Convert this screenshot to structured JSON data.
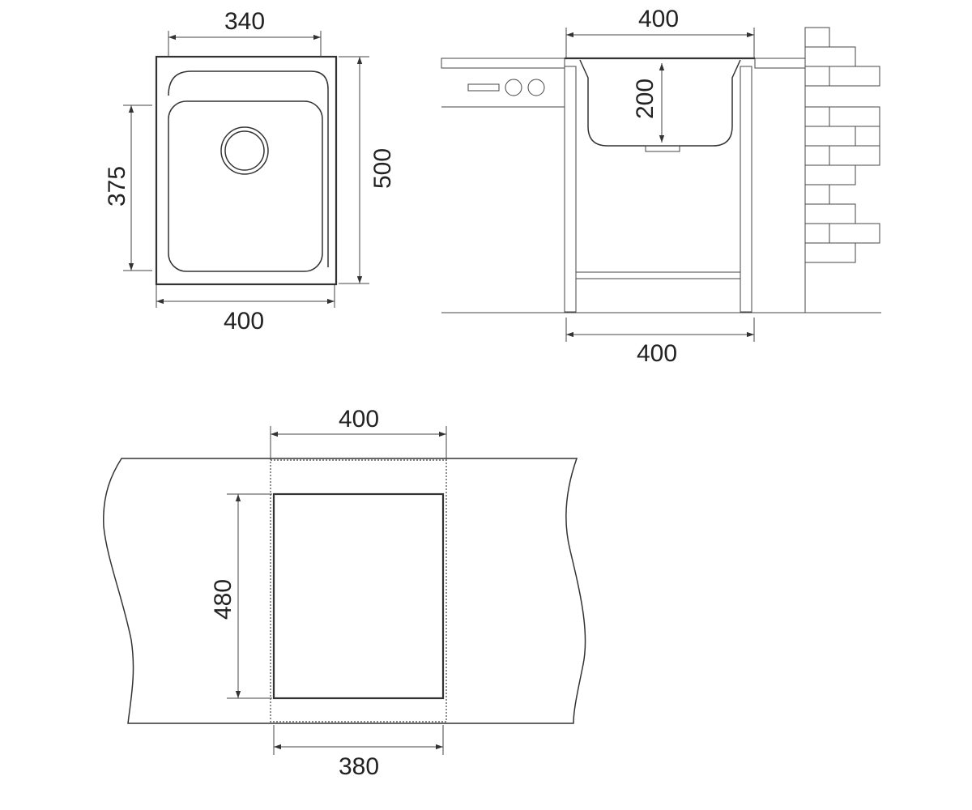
{
  "colors": {
    "line": "#333333",
    "background": "#ffffff",
    "hatch": "#777777"
  },
  "views": {
    "top": {
      "dim_top": "340",
      "dim_left": "375",
      "dim_right": "500",
      "dim_bottom": "400"
    },
    "section": {
      "dim_top": "400",
      "dim_depth": "200",
      "dim_bottom": "400"
    },
    "cutout": {
      "dim_top": "400",
      "dim_left": "480",
      "dim_bottom": "380"
    }
  }
}
